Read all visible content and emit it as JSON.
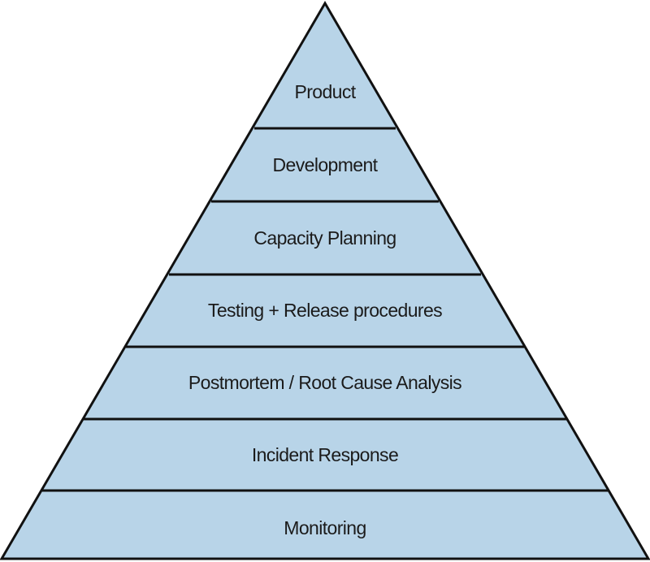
{
  "diagram": {
    "fill_color": "#b8d4e8",
    "stroke_color": "#111111",
    "levels": [
      {
        "label": "Product"
      },
      {
        "label": "Development"
      },
      {
        "label": "Capacity Planning"
      },
      {
        "label": "Testing + Release procedures"
      },
      {
        "label": "Postmortem / Root Cause Analysis"
      },
      {
        "label": "Incident Response"
      },
      {
        "label": "Monitoring"
      }
    ]
  }
}
